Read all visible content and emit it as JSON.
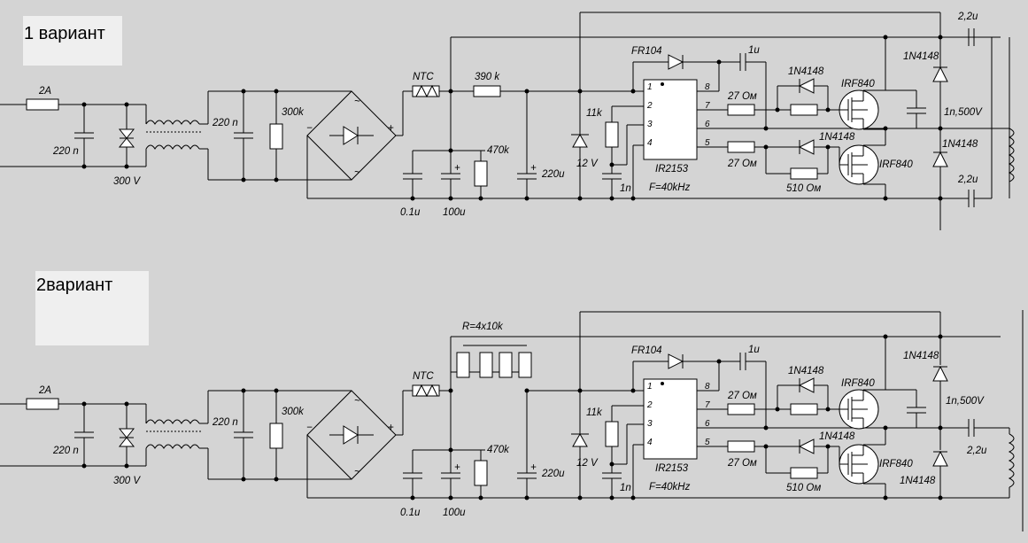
{
  "variants": [
    {
      "title": "1 вариант",
      "labels": {
        "fuse": "2A",
        "cap_in": "220 n",
        "tvs": "300 V",
        "cap_filter": "220 n",
        "r_bleed": "300k",
        "ntc": "NTC",
        "r_start": "390 k",
        "c01": "0.1u",
        "c100": "100u",
        "r470": "470k",
        "c220": "220u",
        "diode_fr": "FR104",
        "c_boot": "1u",
        "r11k": "11k",
        "zener": "12 V",
        "c1n": "1n",
        "ic": "IR2153",
        "freq": "F=40kHz",
        "r27a": "27 Ом",
        "r27b": "27 Ом",
        "d1": "1N4148",
        "d2": "1N4148",
        "r510": "510 Ом",
        "q1": "IRF840",
        "q2": "IRF840",
        "d3": "1N4148",
        "d4": "1N4148",
        "c_snub": "1n,500V",
        "c22a": "2,2u",
        "c22b": "2,2u"
      },
      "pins": [
        "1",
        "2",
        "3",
        "4",
        "8",
        "7",
        "6",
        "5"
      ]
    },
    {
      "title": "2вариант",
      "labels": {
        "fuse": "2A",
        "cap_in": "220 n",
        "tvs": "300 V",
        "cap_filter": "220 n",
        "r_bleed": "300k",
        "ntc": "NTC",
        "r_start": "R=4x10k",
        "c01": "0.1u",
        "c100": "100u",
        "r470": "470k",
        "c220": "220u",
        "diode_fr": "FR104",
        "c_boot": "1u",
        "r11k": "11k",
        "zener": "12 V",
        "c1n": "1n",
        "ic": "IR2153",
        "freq": "F=40kHz",
        "r27a": "27 Ом",
        "r27b": "27 Ом",
        "d1": "1N4148",
        "d2": "1N4148",
        "r510": "510 Ом",
        "q1": "IRF840",
        "q2": "IRF840",
        "d3": "1N4148",
        "d4": "1N4148",
        "c_snub": "1n,500V",
        "c22a": "2,2u"
      },
      "pins": [
        "1",
        "2",
        "3",
        "4",
        "8",
        "7",
        "6",
        "5"
      ]
    }
  ]
}
